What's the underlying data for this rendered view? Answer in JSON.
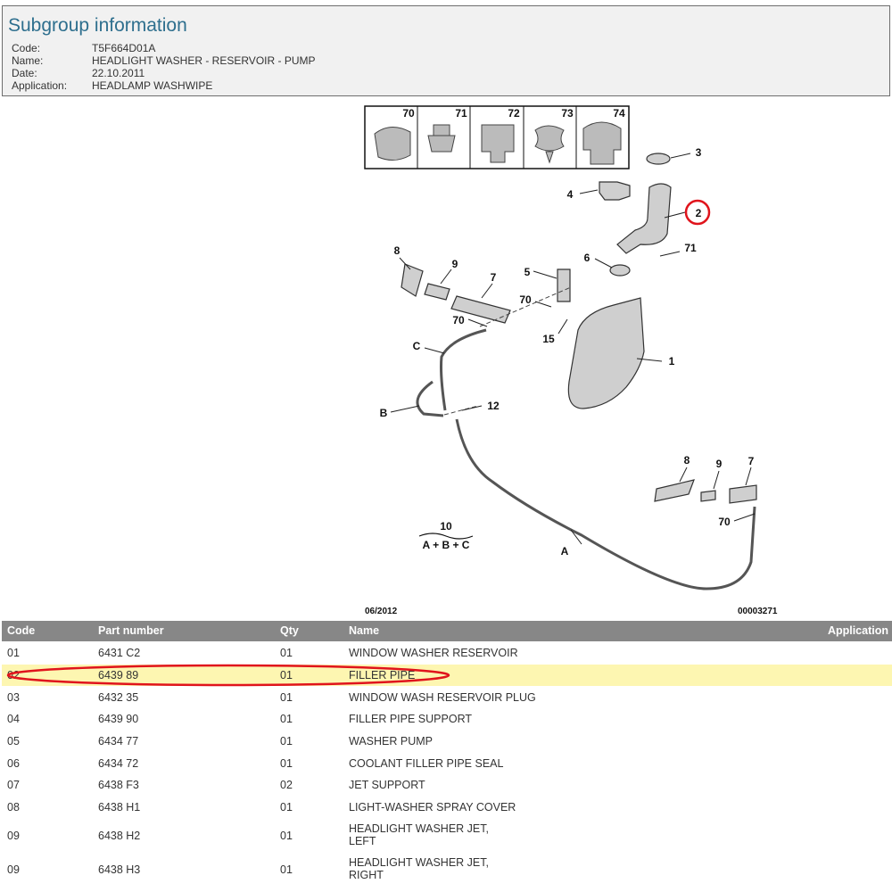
{
  "subgroup": {
    "title": "Subgroup information",
    "fields": [
      {
        "key": "Code:",
        "value": "T5F664D01A"
      },
      {
        "key": "Name:",
        "value": "HEADLIGHT WASHER - RESERVOIR - PUMP"
      },
      {
        "key": "Date:",
        "value": "22.10.2011"
      },
      {
        "key": "Application:",
        "value": "HEADLAMP WASHWIPE"
      }
    ]
  },
  "diagram": {
    "clip_labels": [
      "70",
      "71",
      "72",
      "73",
      "74"
    ],
    "callouts": [
      "3",
      "4",
      "2",
      "6",
      "71",
      "8",
      "9",
      "7",
      "5",
      "70",
      "70",
      "15",
      "1",
      "C",
      "B",
      "12",
      "8",
      "9",
      "7",
      "70",
      "A"
    ],
    "kit_label": "10",
    "kit_formula": "A + B + C",
    "date_stamp": "06/2012",
    "ref_number": "00003271",
    "highlight_color": "#e0141c"
  },
  "table": {
    "headers": {
      "code": "Code",
      "part": "Part number",
      "qty": "Qty",
      "name": "Name",
      "application": "Application"
    },
    "rows": [
      {
        "code": "01",
        "part": "6431 C2",
        "qty": "01",
        "name": "WINDOW WASHER RESERVOIR"
      },
      {
        "code": "02",
        "part": "6439 89",
        "qty": "01",
        "name": "FILLER PIPE"
      },
      {
        "code": "03",
        "part": "6432 35",
        "qty": "01",
        "name": "WINDOW WASH RESERVOIR PLUG"
      },
      {
        "code": "04",
        "part": "6439 90",
        "qty": "01",
        "name": "FILLER PIPE SUPPORT"
      },
      {
        "code": "05",
        "part": "6434 77",
        "qty": "01",
        "name": "WASHER PUMP"
      },
      {
        "code": "06",
        "part": "6434 72",
        "qty": "01",
        "name": "COOLANT FILLER PIPE SEAL"
      },
      {
        "code": "07",
        "part": "6438 F3",
        "qty": "02",
        "name": "JET SUPPORT"
      },
      {
        "code": "08",
        "part": "6438 H1",
        "qty": "01",
        "name": "LIGHT-WASHER SPRAY COVER"
      },
      {
        "code": "09",
        "part": "6438 H2",
        "qty": "01",
        "name_lines": [
          "HEADLIGHT WASHER JET,",
          "LEFT"
        ]
      },
      {
        "code": "09",
        "part": "6438 H3",
        "qty": "01",
        "name_lines": [
          "HEADLIGHT WASHER JET,",
          "RIGHT"
        ]
      }
    ]
  }
}
